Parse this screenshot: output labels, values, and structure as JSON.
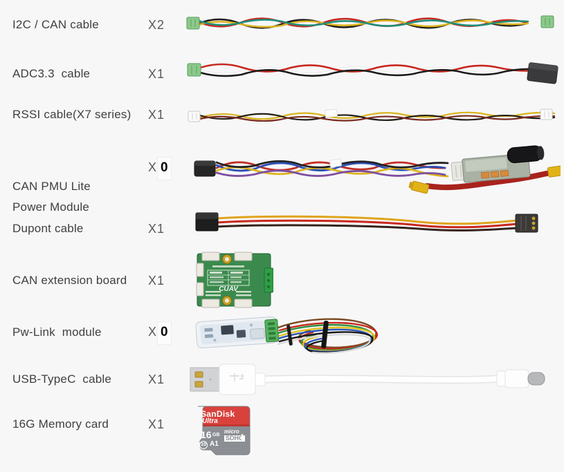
{
  "page": {
    "type": "product-kit-contents-list",
    "background": "#f7f7f8",
    "text_color": "#3f3f41"
  },
  "items": [
    {
      "label": "I2C / CAN cable",
      "qty_mark": "X",
      "qty": "2",
      "qty_edited": false,
      "image": "i2c-can-cable"
    },
    {
      "label": "ADC3.3  cable",
      "qty_mark": "X",
      "qty": "1",
      "qty_edited": false,
      "image": "adc33-cable"
    },
    {
      "label": "RSSI cable(X7 series)",
      "qty_mark": "X",
      "qty": "1",
      "qty_edited": false,
      "image": "rssi-cable"
    },
    {
      "label": "CAN PMU Lite",
      "label2": "Power Module",
      "qty_mark": "X",
      "qty": "0",
      "qty_edited": true,
      "image": "can-pmu-lite-power-module"
    },
    {
      "label": "Dupont cable",
      "qty_mark": "X",
      "qty": "1",
      "qty_edited": false,
      "image": "dupont-cable"
    },
    {
      "label": "CAN extension board",
      "qty_mark": "X",
      "qty": "1",
      "qty_edited": false,
      "image": "can-extension-board"
    },
    {
      "label": "Pw-Link  module",
      "qty_mark": "X",
      "qty": "0",
      "qty_edited": true,
      "image": "pw-link-module"
    },
    {
      "label": "USB-TypeC  cable",
      "qty_mark": "X",
      "qty": "1",
      "qty_edited": false,
      "image": "usb-typec-cable"
    },
    {
      "label": "16G Memory card",
      "qty_mark": "X",
      "qty": "1",
      "qty_edited": false,
      "image": "sandisk-memory-card"
    }
  ],
  "can_board": {
    "logo": "CUAV"
  },
  "memory_card": {
    "brand": "SanDisk",
    "series": "Ultra",
    "capacity": "16",
    "capacity_unit": "GB",
    "speed_class": "10",
    "app_class": "A1",
    "format_word": "micro",
    "format_type": "SDHC",
    "uhs_mark": "I"
  },
  "colors": {
    "sandisk_red": "#d9423c",
    "sandisk_gray": "#8b8f94",
    "pcb_green": "#3a8a4d",
    "terminal_green": "#7cc47c",
    "xt30_yellow": "#e2b219"
  },
  "images": {
    "i2c_can_cable": {
      "connector_color": "green",
      "wire_colors": [
        "#1c1c1c",
        "#c8281e",
        "#ddb41e",
        "#1f8f7a"
      ]
    },
    "adc33_cable": {
      "left_connector": "green",
      "right_connector": "black",
      "wire_colors": [
        "#c8281e",
        "#1c1c1c",
        "#ffffff"
      ]
    },
    "rssi_cable": {
      "connector_color": "white",
      "wire_colors": [
        "#d8b41c",
        "#221c14",
        "#7a2b20"
      ]
    },
    "can_pmu": {
      "wire_colors": [
        "#c03026",
        "#2a4fb5",
        "#ddb41e",
        "#222222",
        "#7e4fa0"
      ],
      "power_wire": "#a8231c",
      "plug": "XT30 yellow"
    },
    "dupont_cable": {
      "wire_colors": [
        "#e0a41c",
        "#c8281e",
        "#33221a"
      ]
    },
    "pw_link": {
      "body": "translucent white",
      "terminal": "green",
      "wire_colors": [
        "#7a4a22",
        "#c8281e",
        "#2f8f3f",
        "#e0c020",
        "#2a55b8",
        "#191919",
        "#f0f0f0"
      ]
    },
    "usb_cable": {
      "cable_color": "white",
      "plug_a": "USB-A",
      "plug_c": "USB-C"
    }
  }
}
